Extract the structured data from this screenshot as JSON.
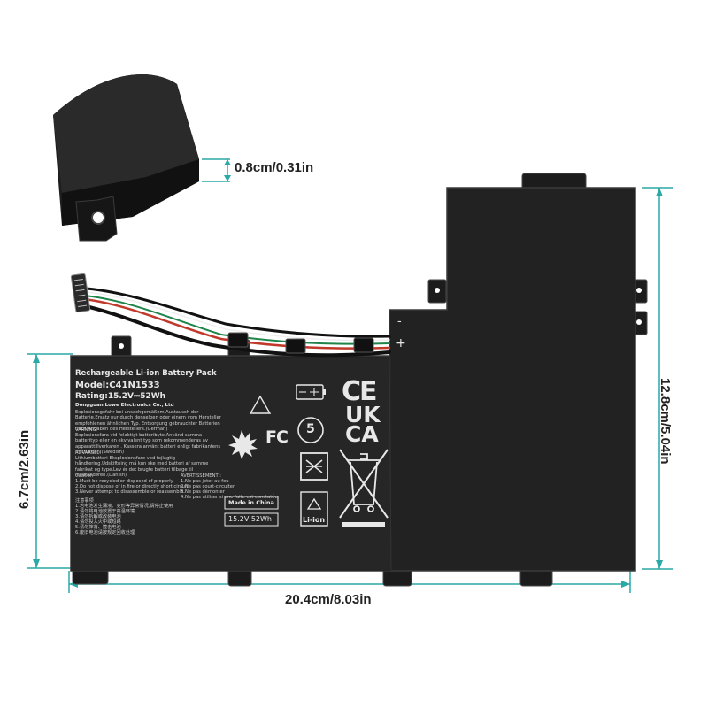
{
  "dimensions": {
    "thickness": "0.8cm/0.31in",
    "height_full": "12.8cm/5.04in",
    "height_body": "6.7cm/2.63in",
    "width": "20.4cm/8.03in"
  },
  "polarity": {
    "negative": "-",
    "positive": "+"
  },
  "colors": {
    "accent": "#2aa9a6",
    "battery": "#222222"
  },
  "label": {
    "title": "Rechargeable Li-ion Battery Pack",
    "model": "Model:C41N1533",
    "rating": "Rating:15.2V⎓52Wh",
    "maker": "Dongguan Lowe Electronics Co., Ltd",
    "german": "Explosionsgefahr bei unsachgemäßem Austausch der Batterie.Ersatz nur durch denselben oder einem vom Hersteller empfohlenen ähnlichen Typ. Entsorgung gebrauchter Batterien nach Angaben des Herstellers.(German)",
    "varning_title": "VARNING!",
    "swedish": "Explosionsfara vid felaktigt batteribyte.Använd samma batterityp eller en ekvivalent typ som rekommenderas av apparattillverkaren . Kassera använt batteri enligt fabrikantens instruktion.(Swedish)",
    "advarsel_title": "ADVARSEL!",
    "danish": "Lithiumbatteri-Eksplosionsfare ved fejlagtig håndtering.Udskiftning må kun ske med batteri af samme fabrikat og type.Lev ér det brugte batteri tilbage til leverandøren.(Danish)",
    "caution_title": "Caution",
    "caution_lines": [
      "1.Must be recycled or disposed of properly.",
      "2.Do not dispose of in fire or directly short circuit.",
      "3.Never attempt to disassemble or reassemble."
    ],
    "avert_title": "AVERTISSEMENT :",
    "avert_lines": [
      "1.Ne pas jeter au feu",
      "2.Ne pas court-circuiter",
      "3.Ne pas démonter",
      "4.Ne pas utiliser si une fuite est constatée"
    ],
    "chinese_lines": [
      "注意事项",
      "1.若电池发生漏液、变形等异常情况,请停止使用",
      "2.请勿将电池放置于高温环境",
      "3.请勿拆解或改装电池",
      "4.请勿投入火中或短路",
      "5.请勿摔落、撞击电池",
      "6.废旧电池请按规定回收处理"
    ],
    "made_in": "Made in China",
    "spec": "15.2V  52Wh",
    "liion": "Li-ion",
    "ce": "CE",
    "fc": "FC",
    "ukca": [
      "UK",
      "CA"
    ],
    "five": "5"
  }
}
